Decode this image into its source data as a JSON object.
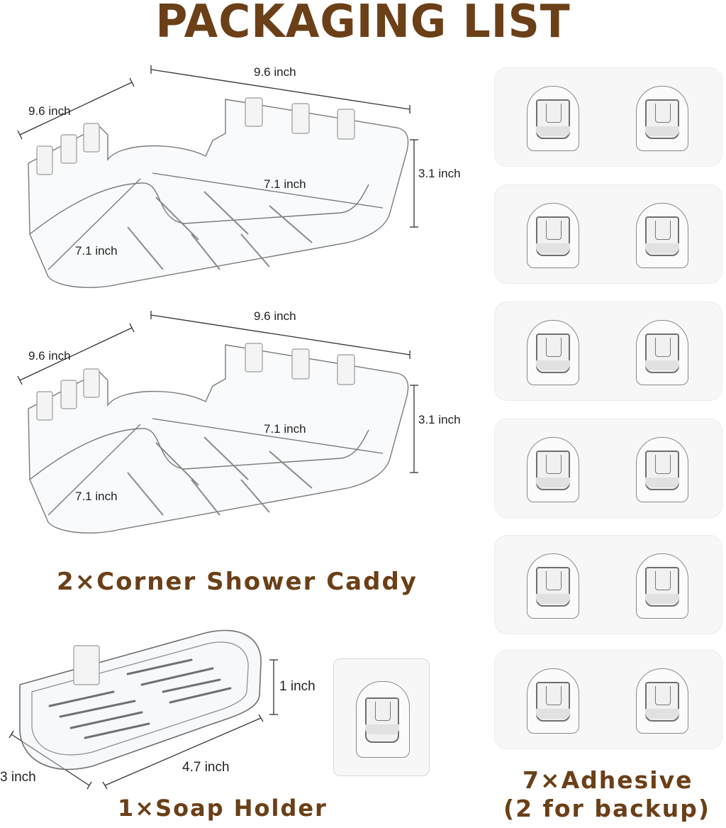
{
  "title": "PACKAGING LIST",
  "caddies": [
    {
      "dims": {
        "top_width": "9.6 inch",
        "side_width": "9.6 inch",
        "height": "3.1 inch",
        "inner_back": "7.1 inch",
        "inner_front": "7.1 inch"
      }
    },
    {
      "dims": {
        "top_width": "9.6 inch",
        "side_width": "9.6 inch",
        "height": "3.1 inch",
        "inner_back": "7.1 inch",
        "inner_front": "7.1 inch"
      }
    }
  ],
  "captions": {
    "caddy": "2×Corner Shower Caddy",
    "soap": "1×Soap Holder",
    "adhesive_line1": "7×Adhesive",
    "adhesive_line2": "(2 for backup)"
  },
  "soap_holder": {
    "dims": {
      "height": "1 inch",
      "depth": "3 inch",
      "length": "4.7 inch"
    }
  },
  "adhesive_panels": [
    {
      "hooks": 2
    },
    {
      "hooks": 2
    },
    {
      "hooks": 2
    },
    {
      "hooks": 2
    },
    {
      "hooks": 2
    },
    {
      "hooks": 2
    }
  ],
  "single_adhesive": {
    "hooks": 1
  },
  "colors": {
    "accent_brown": "#6b3f17",
    "text": "#222222",
    "background": "#ffffff",
    "product_outline": "#6f6f6f"
  }
}
